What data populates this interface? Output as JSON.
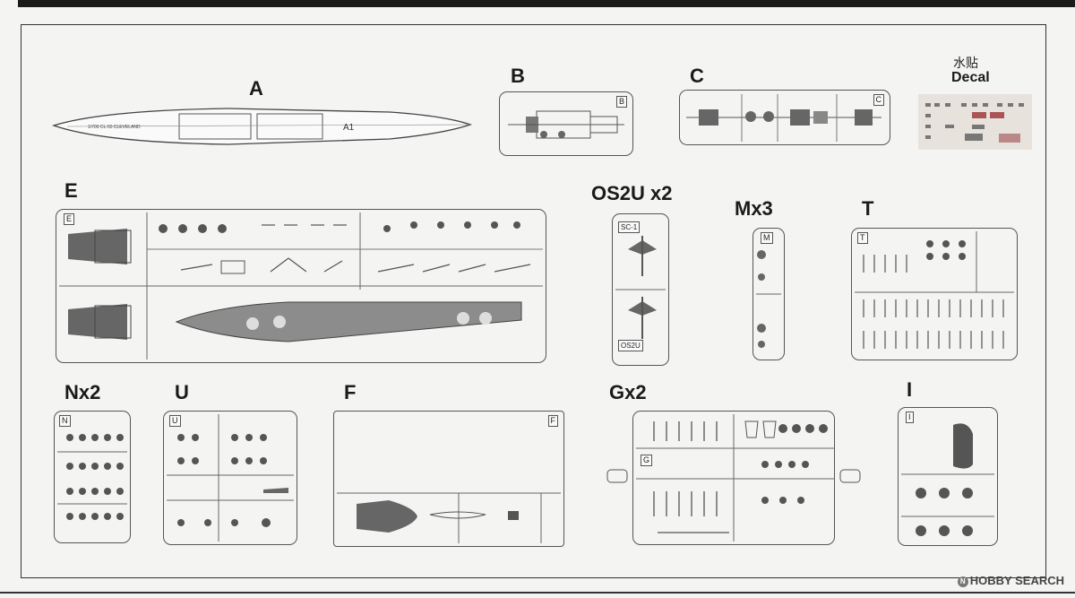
{
  "sprue_labels": {
    "A": "A",
    "B": "B",
    "C": "C",
    "decal_cn": "水贴",
    "decal": "Decal",
    "E": "E",
    "OS2U": "OS2U x2",
    "M": "Mx3",
    "T": "T",
    "N": "Nx2",
    "U": "U",
    "F": "F",
    "G": "Gx2",
    "I": "I"
  },
  "part_tags": {
    "A1": "A1",
    "B": "B",
    "C": "C",
    "E": "E",
    "M": "M",
    "T": "T",
    "N": "N",
    "U": "U",
    "F": "F",
    "G": "G",
    "I": "I",
    "sc1": "SC-1",
    "os2u": "OS2U"
  },
  "hull_text": "1/700 CL-55 CLEVELAND",
  "watermark": {
    "brand": "HOBBY SEARCH"
  },
  "colors": {
    "line": "#555555",
    "deck": "#8c8c8c",
    "background": "#f4f4f2"
  }
}
